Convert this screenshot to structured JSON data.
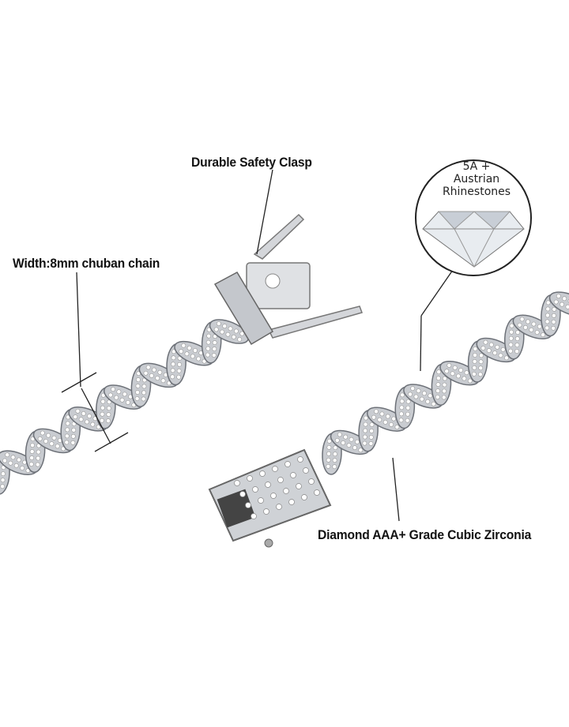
{
  "callouts": {
    "clasp": "Durable Safety Clasp",
    "width": "Width:8mm chuban chain",
    "rhinestones_line1": "5A +",
    "rhinestones_line2": "Austrian",
    "rhinestones_line3": "Rhinestones",
    "zirconia": "Diamond AAA+ Grade Cubic Zirconia"
  },
  "colors": {
    "metal": "#c9ccd1",
    "metal_dark": "#6d7178",
    "stone": "#ffffff",
    "text": "#111111"
  }
}
